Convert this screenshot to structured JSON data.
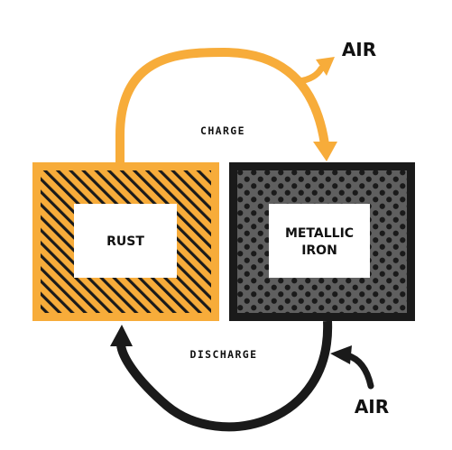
{
  "diagram": {
    "rust_label": "RUST",
    "iron_label_line1": "METALLIC",
    "iron_label_line2": "IRON",
    "charge_label": "CHARGE",
    "discharge_label": "DISCHARGE",
    "air_out_label": "AIR",
    "air_in_label": "AIR"
  },
  "colors": {
    "rust_orange": "#F7AC3A",
    "iron_gray": "#5F5F5F",
    "dark": "#1A1A1A",
    "white": "#FFFFFF"
  }
}
